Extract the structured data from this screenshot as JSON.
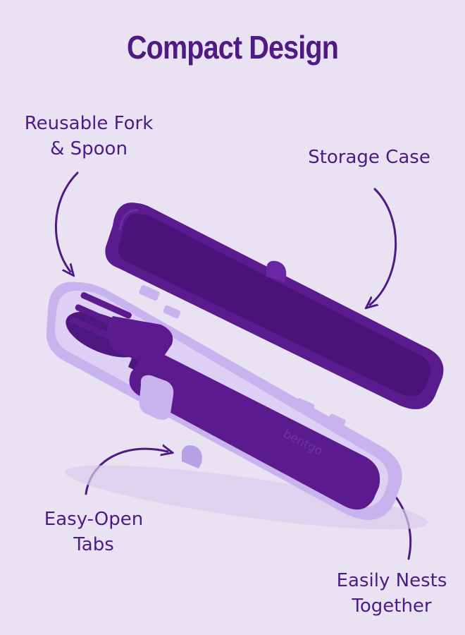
{
  "heading": "Compact Design",
  "callouts": {
    "fork_spoon": [
      "Reusable Fork",
      "& Spoon"
    ],
    "storage_case": [
      "Storage Case"
    ],
    "easy_open_tabs": [
      "Easy-Open",
      "Tabs"
    ],
    "nests_together": [
      "Easily Nests",
      "Together"
    ]
  },
  "product_logo": "bentgo",
  "colors": {
    "background": "#e9e2f3",
    "text": "#4f1a83",
    "lid": "#5a1b8f",
    "lid_inner": "#4a137a",
    "base": "#c9b3ee",
    "utensil": "#5b1b8f"
  }
}
